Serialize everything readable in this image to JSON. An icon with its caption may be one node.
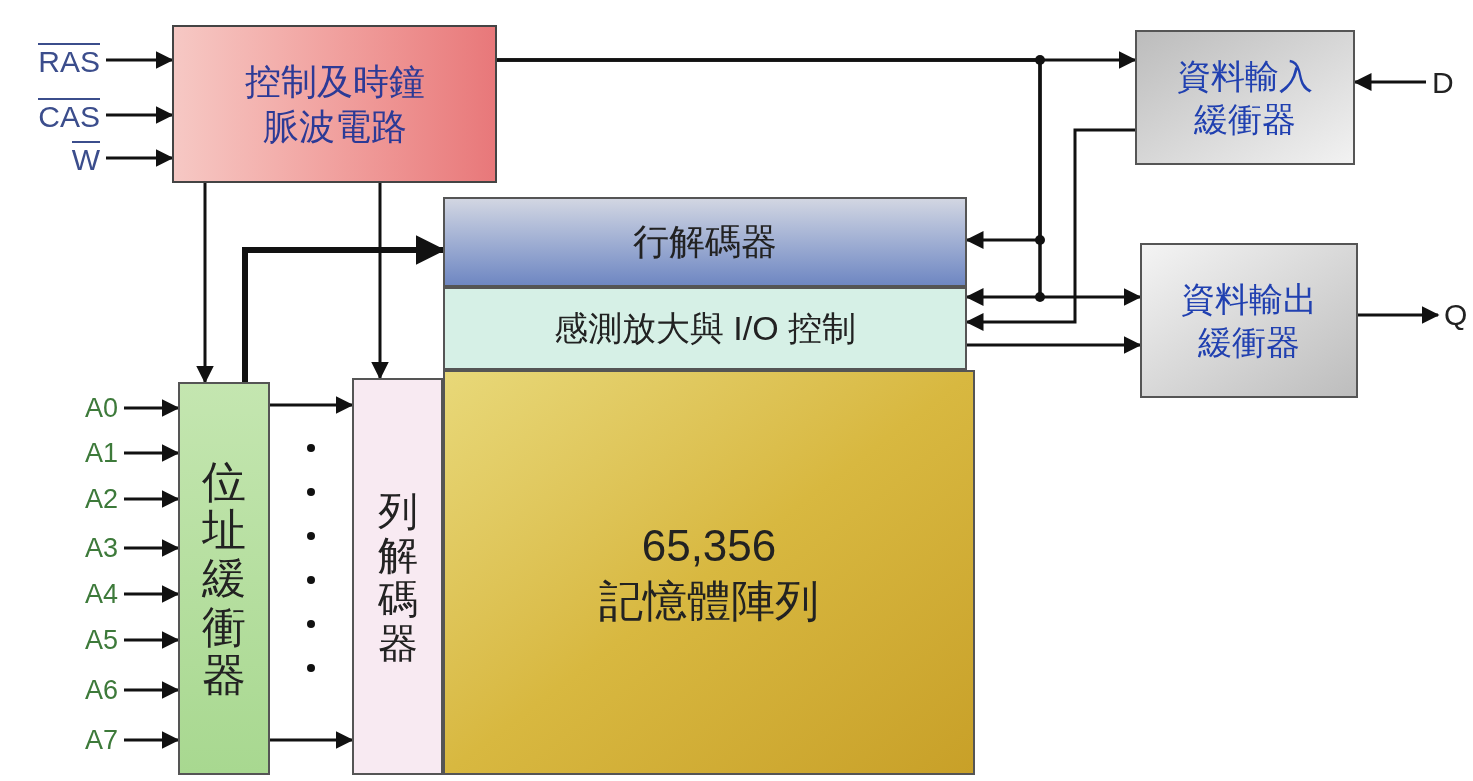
{
  "diagram": {
    "nodes": [
      {
        "text": [
          "RAS"
        ]
      },
      {
        "text": [
          "CAS"
        ]
      },
      {
        "text": [
          "W"
        ]
      },
      {
        "text": [
          "控制及時鐘脈波電路"
        ]
      },
      {
        "text": [
          "資料輸入緩衝器"
        ]
      },
      {
        "text": [
          "D"
        ]
      },
      {
        "text": [
          "行解碼器"
        ]
      },
      {
        "text": [
          "感測放大與 I/O 控制"
        ]
      },
      {
        "text": [
          "資料輸出緩衝器"
        ]
      },
      {
        "text": [
          "Q"
        ]
      },
      {
        "text": [
          "A0"
        ]
      },
      {
        "text": [
          "A1"
        ]
      },
      {
        "text": [
          "A2"
        ]
      },
      {
        "text": [
          "A3"
        ]
      },
      {
        "text": [
          "A4"
        ]
      },
      {
        "text": [
          "A5"
        ]
      },
      {
        "text": [
          "A6"
        ]
      },
      {
        "text": [
          "A7"
        ]
      },
      {
        "text": [
          "位址緩衝器"
        ]
      },
      {
        "text": [
          "列解碼器"
        ]
      },
      {
        "text": [
          "65,356",
          "記憶體陣列"
        ]
      }
    ],
    "edges": [
      {
        "from": 0,
        "to": 3,
        "arrow": "to"
      },
      {
        "from": 1,
        "to": 3,
        "arrow": "to"
      },
      {
        "from": 2,
        "to": 3,
        "arrow": "to"
      },
      {
        "from": 3,
        "to": 4,
        "arrow": "to"
      },
      {
        "from": 3,
        "to": 6,
        "arrow": "to"
      },
      {
        "from": 3,
        "to": 7,
        "arrow": "to"
      },
      {
        "from": 3,
        "to": 8,
        "arrow": "to"
      },
      {
        "from": 4,
        "to": 7,
        "arrow": "to"
      },
      {
        "from": 7,
        "to": 8,
        "arrow": "to"
      },
      {
        "from": 5,
        "to": 4,
        "arrow": "to"
      },
      {
        "from": 8,
        "to": 9,
        "arrow": "to"
      },
      {
        "from": 3,
        "to": 18,
        "arrow": "to"
      },
      {
        "from": 3,
        "to": 19,
        "arrow": "to"
      },
      {
        "from": 18,
        "to": 6,
        "arrow": "to",
        "style": "thick"
      },
      {
        "from": 18,
        "to": 19,
        "arrow": "to"
      },
      {
        "from": 18,
        "to": 19,
        "arrow": "to"
      },
      {
        "from": 10,
        "to": 18,
        "arrow": "to"
      },
      {
        "from": 11,
        "to": 18,
        "arrow": "to"
      },
      {
        "from": 12,
        "to": 18,
        "arrow": "to"
      },
      {
        "from": 13,
        "to": 18,
        "arrow": "to"
      },
      {
        "from": 14,
        "to": 18,
        "arrow": "to"
      },
      {
        "from": 15,
        "to": 18,
        "arrow": "to"
      },
      {
        "from": 16,
        "to": 18,
        "arrow": "to"
      },
      {
        "from": 17,
        "to": 18,
        "arrow": "to"
      }
    ]
  }
}
